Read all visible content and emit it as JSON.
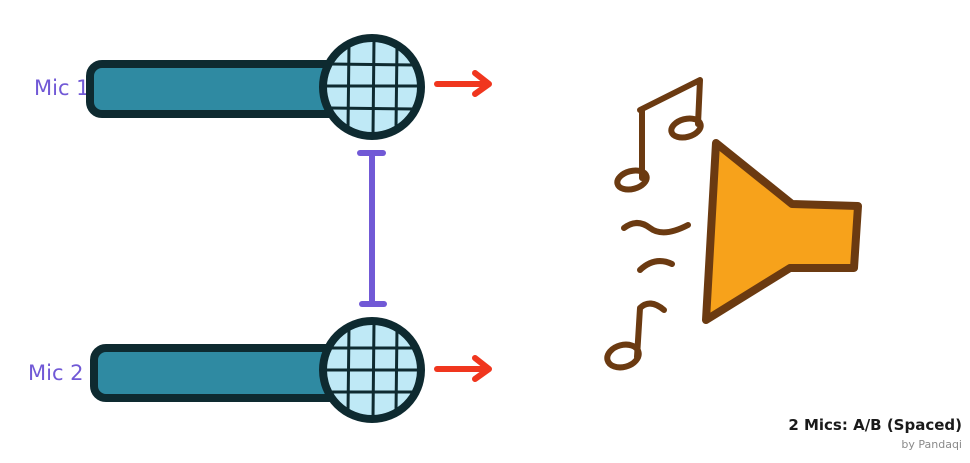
{
  "diagram": {
    "mic1": {
      "label": "Mic 1"
    },
    "mic2": {
      "label": "Mic 2"
    },
    "caption": {
      "title": "2 Mics: A/B (Spaced)",
      "credit": "by Pandaqi"
    },
    "colors": {
      "mic_body": "#2f8aa2",
      "mic_head": "#bfe9f6",
      "outline": "#0e2a30",
      "spacing_line": "#7159d6",
      "arrow": "#f0361e",
      "speaker": "#f7a21b",
      "notes": "#6b3a11"
    },
    "icons": [
      "microphone-icon",
      "arrow-right-icon",
      "music-note-icon",
      "sound-wave-icon",
      "speaker-icon"
    ]
  }
}
